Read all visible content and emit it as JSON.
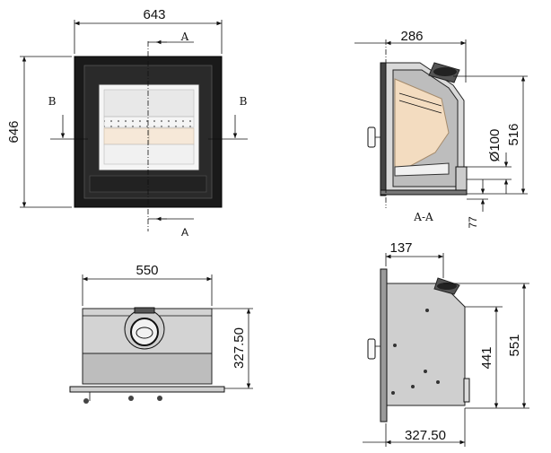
{
  "front_view": {
    "width_label": "643",
    "height_label": "646",
    "section_a_label": "A",
    "section_a_label_bottom": "A",
    "section_b_left": "B",
    "section_b_right": "B"
  },
  "section_view": {
    "top_label": "286",
    "height_label": "516",
    "diameter_label": "Ø100",
    "offset_label": "77",
    "caption": "A-A"
  },
  "top_view": {
    "width_label": "550",
    "depth_label": "327.50"
  },
  "side_view": {
    "top_label": "137",
    "inner_height_label": "441",
    "height_label": "551",
    "depth_label": "327.50"
  }
}
